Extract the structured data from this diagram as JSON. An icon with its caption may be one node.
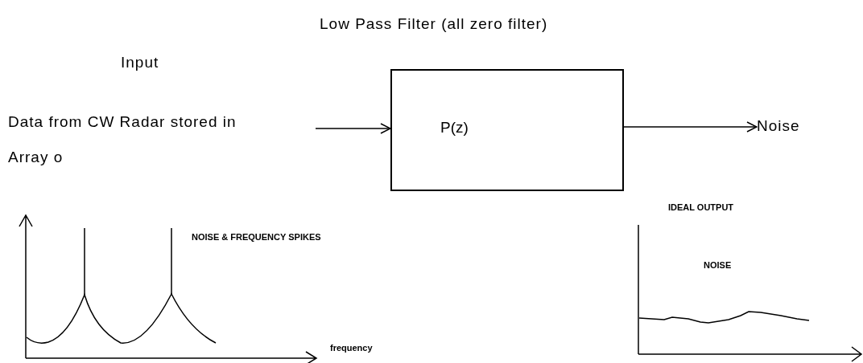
{
  "diagram": {
    "nodes": [
      {
        "text": [
          "Low Pass Filter (all zero filter)",
          "P(z)"
        ]
      },
      {
        "text": [
          "Noise"
        ]
      }
    ],
    "edges": [
      {
        "from": null,
        "to": 0,
        "arrow": "to"
      },
      {
        "from": 0,
        "to": 1,
        "arrow": "to"
      }
    ],
    "labels": [
      "Input",
      "Data from CW Radar stored in Array o",
      "NOISE & FREQUENCY SPIKES",
      "frequency",
      "IDEAL OUTPUT",
      "NOISE"
    ]
  }
}
